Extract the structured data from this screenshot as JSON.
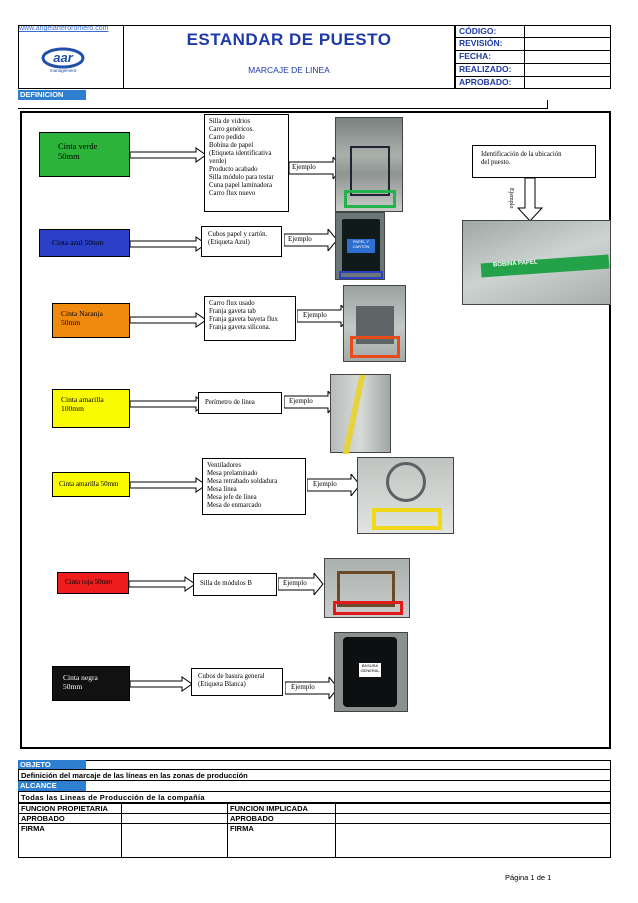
{
  "header": {
    "website": "www.angelarteroromero.com",
    "logo_text": "aar",
    "logo_sub": "management",
    "title": "ESTANDAR DE PUESTO",
    "subtitle": "MARCAJE DE LINEA",
    "fields": [
      "CÓDIGO:",
      "REVISIÓN:",
      "FECHA:",
      "REALIZADO:",
      "APROBADO:"
    ]
  },
  "definicion_label": "DEFINICION",
  "example_label": "Ejemplo",
  "tapes": [
    {
      "label": "Cinta verde\n50mm",
      "color": "#2bb33a",
      "items": "Silla de vidrios\nCarro genéricos.\nCarro pedido\nBobina de papel\n(Etiqueta identificativa\nverde)\nProducto acabado\nSilla módulo para testar\nCuna papel laminadora\nCarro flux nuevo"
    },
    {
      "label": "Cinta azul 50mm",
      "color": "#2c3fc7",
      "items": "Cubos papel y cartón.\n(Etiqueta Azul)"
    },
    {
      "label": "Cinta Naranja\n50mm",
      "color": "#f08a0e",
      "items": "Carro flux usado\nFranja gaveta tab\nFranja gaveta bayeta flux\nFranja gaveta silicona."
    },
    {
      "label": "Cinta amarilla\n100mm",
      "color": "#fafa00",
      "items": "Perímetro de línea"
    },
    {
      "label": "Cinta amarilla 50mm",
      "color": "#fafa00",
      "items": "Ventiladores\nMesa prelaminado\nMesa retrabado soldadura\nMesa línea\nMesa jefe de línea\nMesa de enmarcado"
    },
    {
      "label": "Cinta roja 50mm",
      "color": "#ee1c1c",
      "items": "Silla de módulos B"
    },
    {
      "label": "Cinta negra\n50mm",
      "color": "#111111",
      "items": "Cubos de basura general\n(Etiqueta Blanca)"
    }
  ],
  "identification": {
    "text": "Identificación de la ubicación\ndel puesto.",
    "arrow_label": "Ejemplo",
    "photo_text": "BOBINA PAPEL"
  },
  "photo_labels": {
    "blue_bin": "PAPEL Y\nCARTÓN",
    "black_bin": "BASURA\nGENERAL"
  },
  "objeto": {
    "label": "OBJETO",
    "text": "Definición del marcaje de las líneas en las zonas de producción"
  },
  "alcance": {
    "label": "ALCANCE",
    "text": "Todas las Lineas de Producción de la compañía"
  },
  "approvals": {
    "left": [
      "FUNCION PROPIETARIA",
      "APROBADO",
      "FIRMA"
    ],
    "right": [
      "FUNCION IMPLICADA",
      "APROBADO",
      "FIRMA"
    ]
  },
  "footer": {
    "page": "Página 1 de 1"
  }
}
